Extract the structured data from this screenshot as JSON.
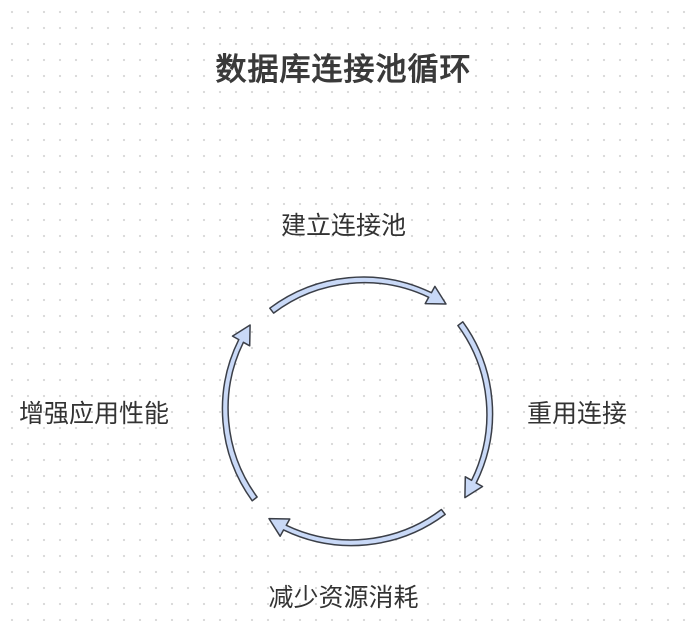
{
  "title": "数据库连接池循环",
  "stages": {
    "top": "建立连接池",
    "right": "重用连接",
    "bottom": "减少资源消耗",
    "left": "增强应用性能"
  },
  "colors": {
    "arrow_fill": "#c9d9f7",
    "arrow_stroke": "#3b3f48",
    "text": "#333333",
    "title": "#3a3a3a"
  }
}
